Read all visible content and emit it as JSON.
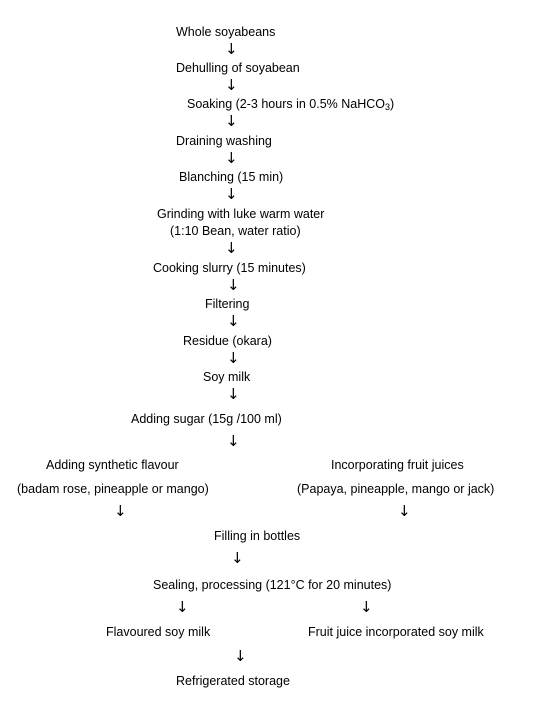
{
  "steps": {
    "whole": "Whole soyabeans",
    "dehull": "Dehulling of soyabean",
    "soak_prefix": "Soaking (2-3 hours in 0.5% NaHCO",
    "soak_sub": "3",
    "soak_suffix": ")",
    "drain": "Draining washing",
    "blanch": "Blanching (15 min)",
    "grind": "Grinding with luke warm water",
    "grind_note": "(1:10 Bean, water ratio)",
    "cook": "Cooking slurry (15 minutes)",
    "filter": "Filtering",
    "residue": "Residue (okara)",
    "soymilk": "Soy milk",
    "sugar": "Adding sugar (15g /100 ml)",
    "flavour": "Adding synthetic flavour",
    "flavour_note": "(badam rose, pineapple or mango)",
    "juice": "Incorporating fruit juices",
    "juice_note": "(Papaya, pineapple, mango or jack)",
    "fill": "Filling in bottles",
    "seal": "Sealing, processing (121°C  for 20 minutes)",
    "flavoured": "Flavoured soy milk",
    "juicemilk": "Fruit juice incorporated soy milk",
    "storage": "Refrigerated storage"
  },
  "arrow_glyph": "↓"
}
